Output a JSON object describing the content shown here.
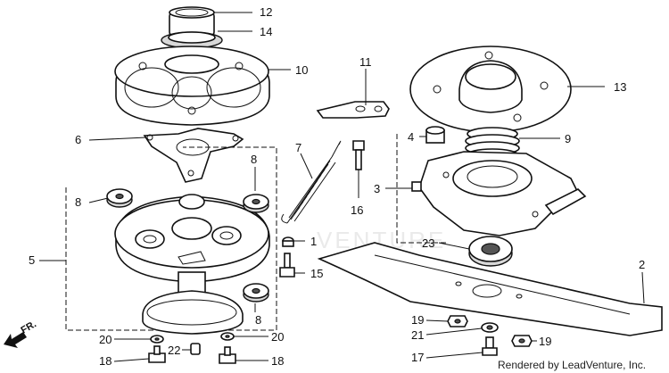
{
  "callouts": {
    "c1": "1",
    "c2": "2",
    "c3": "3",
    "c4": "4",
    "c5": "5",
    "c6": "6",
    "c7": "7",
    "c8a": "8",
    "c8b": "8",
    "c8c": "8",
    "c9": "9",
    "c10": "10",
    "c11": "11",
    "c12": "12",
    "c13": "13",
    "c14": "14",
    "c15": "15",
    "c16": "16",
    "c17": "17",
    "c18a": "18",
    "c18b": "18",
    "c19a": "19",
    "c19b": "19",
    "c20a": "20",
    "c20b": "20",
    "c21": "21",
    "c22": "22",
    "c23": "23"
  },
  "direction_label": "FR.",
  "watermark": "VENTURE",
  "credit": "Rendered by LeadVenture, Inc."
}
